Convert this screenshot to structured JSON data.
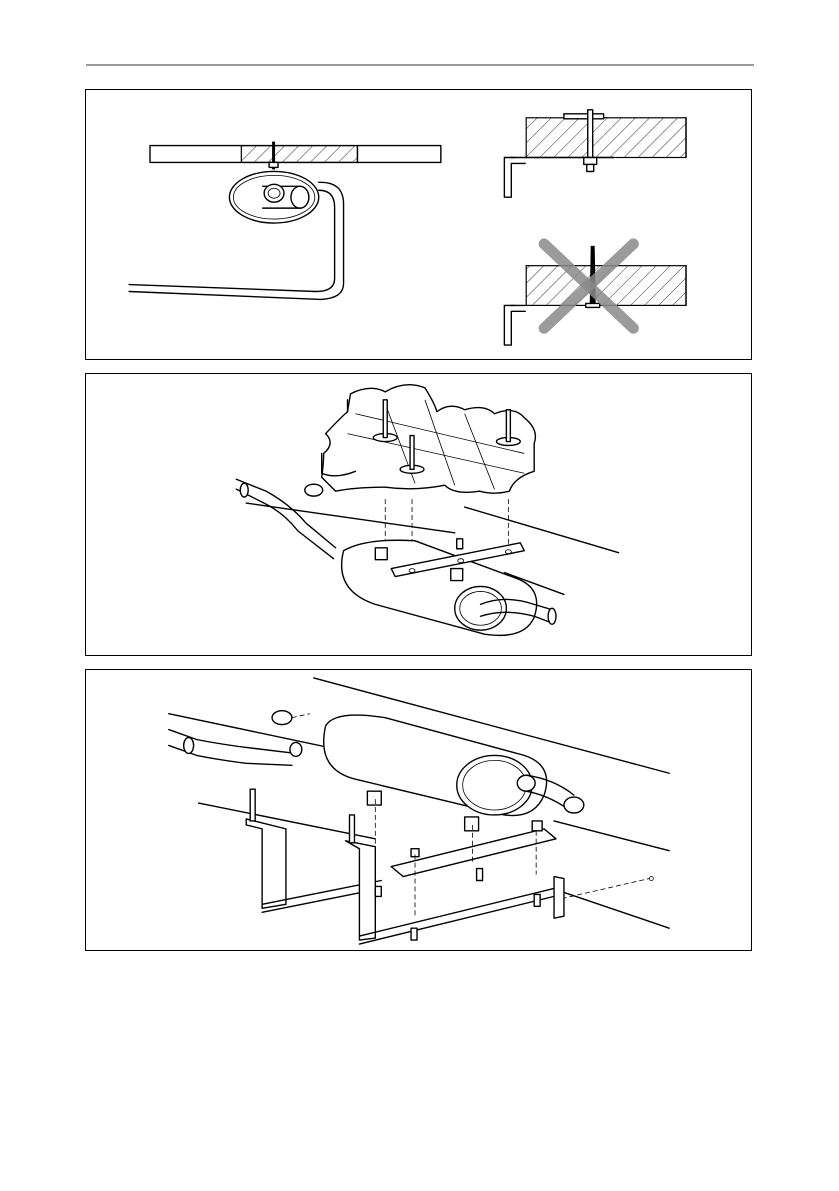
{
  "figures": [
    {
      "id": "mounting-position"
    },
    {
      "id": "silencer-underfloor-mounting"
    },
    {
      "id": "silencer-bracket-mounting"
    }
  ]
}
